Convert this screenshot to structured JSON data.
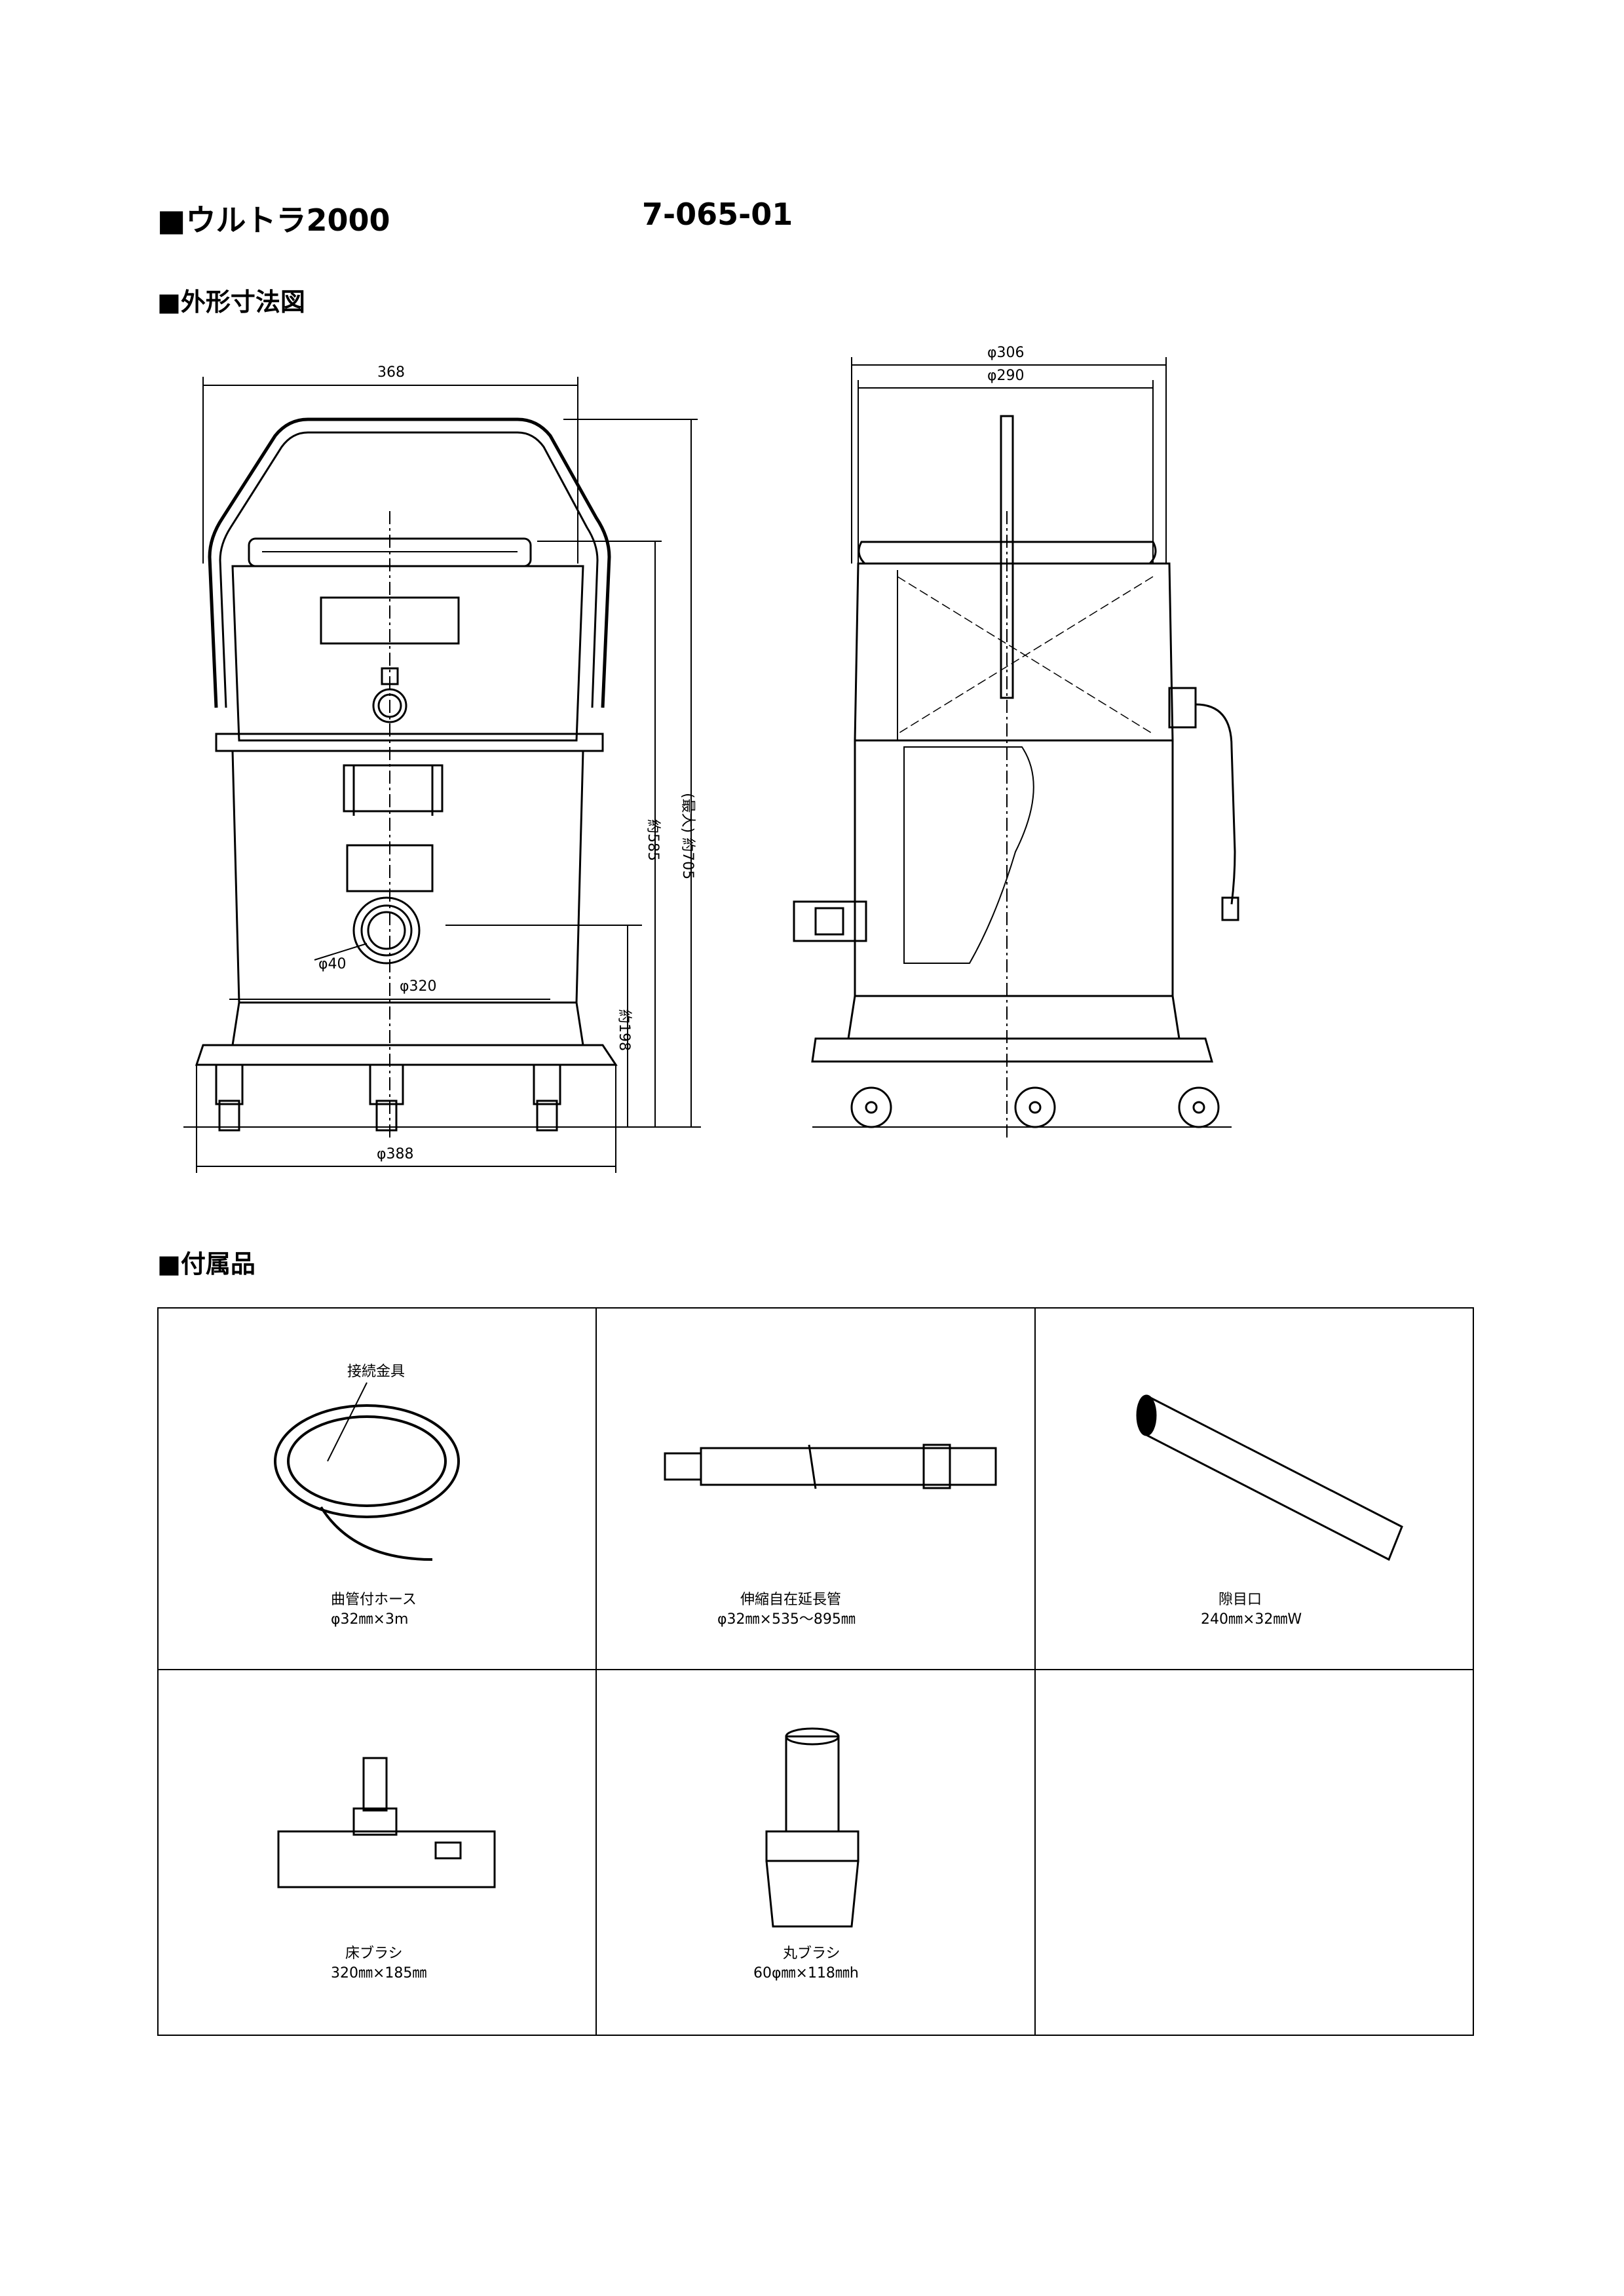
{
  "header": {
    "title": "■ウルトラ2000",
    "model_code": "7-065-01"
  },
  "sections": {
    "dimensions_title": "■外形寸法図",
    "accessories_title": "■付属品"
  },
  "dimensions": {
    "width_top": "368",
    "dia_306": "φ306",
    "dia_290": "φ290",
    "height_705": "(最大) 約705",
    "height_585": "約585",
    "height_198": "約198",
    "dia_40": "φ40",
    "dia_320": "φ320",
    "dia_388": "φ388"
  },
  "accessories": [
    {
      "name": "曲管付ホース",
      "spec": "φ32㎜×3m",
      "callout": "接続金具",
      "icon": "hose-icon"
    },
    {
      "name": "伸縮自在延長管",
      "spec": "φ32㎜×535〜895㎜",
      "icon": "extension-pipe-icon"
    },
    {
      "name": "隙目口",
      "spec": "240㎜×32㎜W",
      "icon": "crevice-nozzle-icon"
    },
    {
      "name": "床ブラシ",
      "spec": "320㎜×185㎜",
      "icon": "floor-brush-icon"
    },
    {
      "name": "丸ブラシ",
      "spec": "60φ㎜×118㎜h",
      "icon": "round-brush-icon"
    }
  ]
}
